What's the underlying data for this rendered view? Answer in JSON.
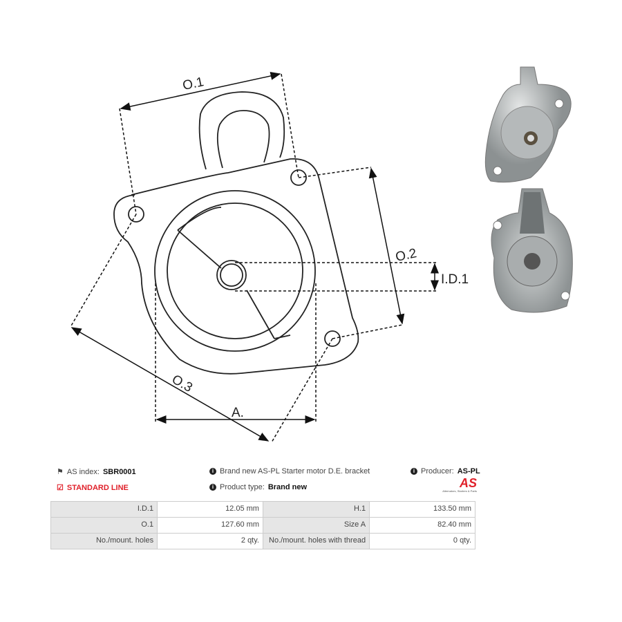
{
  "diagram": {
    "labels": {
      "o1": "O.1",
      "o2": "O.2",
      "o3": "O.3",
      "id1": "I.D.1",
      "a": "A."
    }
  },
  "info": {
    "as_index_label": "AS index:",
    "as_index_value": "SBR0001",
    "line": "STANDARD LINE",
    "description": "Brand new AS-PL Starter motor D.E. bracket",
    "product_type_label": "Product type:",
    "product_type_value": "Brand new",
    "producer_label": "Producer:",
    "producer_value": "AS-PL",
    "logo_text": "AS",
    "logo_tagline": "Alternators, Starters & Parts"
  },
  "specs": [
    {
      "k1": "I.D.1",
      "v1": "12.05 mm",
      "k2": "H.1",
      "v2": "133.50 mm"
    },
    {
      "k1": "O.1",
      "v1": "127.60 mm",
      "k2": "Size A",
      "v2": "82.40 mm"
    },
    {
      "k1": "No./mount. holes",
      "v1": "2 qty.",
      "k2": "No./mount. holes with thread",
      "v2": "0 qty."
    }
  ],
  "colors": {
    "accent": "#e0202a",
    "table_key_bg": "#e6e6e6",
    "border": "#cccccc"
  }
}
